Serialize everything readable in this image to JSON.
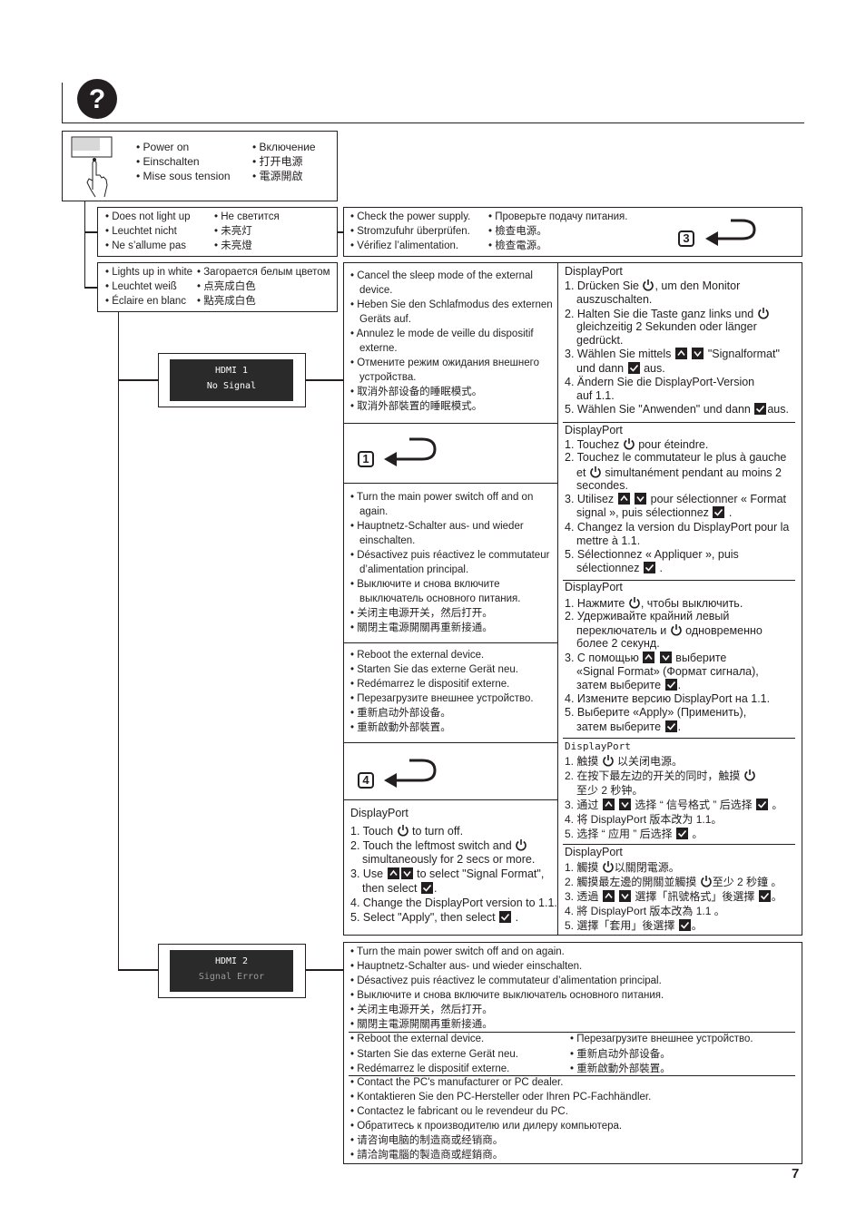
{
  "header": {
    "icon": "question-icon"
  },
  "page_number": "7",
  "power_on": {
    "col1": [
      "• Power on",
      "• Einschalten",
      "• Mise sous tension"
    ],
    "col2": [
      "• Включение",
      "• 打开电源",
      "• 電源開啟"
    ]
  },
  "not_lit": {
    "col1": [
      "• Does not light up",
      "• Leuchtet nicht",
      "• Ne s’allume pas"
    ],
    "col2": [
      "• Не светится",
      "• 未亮灯",
      "• 未亮燈"
    ]
  },
  "check_power": {
    "col1": [
      "• Check the power supply.",
      "• Stromzufuhr überprüfen.",
      "• Vérifiez l’alimentation."
    ],
    "col2": [
      "• Проверьте подачу питания.",
      "• 檢查电源。",
      "• 檢查電源。"
    ],
    "step": "3"
  },
  "white": {
    "col1": [
      "• Lights up in white",
      "• Leuchtet weiß",
      "• Éclaire en blanc"
    ],
    "col2": [
      "• Загорается белым цветом",
      "• 点亮成白色",
      "• 點亮成白色"
    ]
  },
  "osd1": {
    "line1": "HDMI 1",
    "line2": "No Signal"
  },
  "osd2": {
    "line1": "HDMI 2",
    "line2": "Signal Error"
  },
  "sleep": [
    "• Cancel the sleep mode of the external",
    "device.",
    "• Heben Sie den Schlafmodus des externen",
    "Geräts auf.",
    "• Annulez le mode de veille du dispositif",
    "externe.",
    "• Отмените режим ожидания внешнего",
    "устройства.",
    "• 取消外部设备的睡眠模式。",
    "• 取消外部裝置的睡眠模式。"
  ],
  "step1": "1",
  "mainpower": [
    "• Turn the main power switch off and on",
    "again.",
    "• Hauptnetz-Schalter aus- und wieder",
    "einschalten.",
    "• Désactivez puis réactivez le commutateur",
    "d’alimentation principal.",
    "• Выключите и снова включите",
    "выключатель основного питания.",
    "• 关闭主电源开关，然后打开。",
    "• 關閉主電源開關再重新接通。"
  ],
  "reboot": [
    "• Reboot the external device.",
    "• Starten Sie das externe Gerät neu.",
    "• Redémarrez le dispositif externe.",
    "• Перезагрузите внешнее устройство.",
    "• 重新启动外部设备。",
    "• 重新啟動外部裝置。"
  ],
  "step4": "4",
  "dp_en": {
    "title": "DisplayPort",
    "s1a": "1. Touch",
    "s1b": "to turn off.",
    "s2a": "2. Touch the leftmost switch and",
    "s2b": "simultaneously for 2 secs or more.",
    "s3a": "3. Use",
    "s3b": "to select \"Signal Format\",",
    "s3c": "then select",
    "s3d": ".",
    "s4": "4. Change the DisplayPort version to 1.1.",
    "s5a": "5. Select \"Apply\", then select",
    "s5b": "."
  },
  "dp_de": {
    "title": "DisplayPort",
    "s1a": "1. Drücken Sie",
    "s1b": ", um den Monitor",
    "s1c": "auszuschalten.",
    "s2a": "2. Halten Sie die Taste ganz links und",
    "s2b": "gleichzeitig 2 Sekunden oder länger",
    "s2c": "gedrückt.",
    "s3a": "3. Wählen Sie mittels",
    "s3b": "\"Signalformat\"",
    "s3c": "und dann",
    "s3d": "aus.",
    "s4a": "4. Ändern Sie die DisplayPort-Version",
    "s4b": "auf 1.1.",
    "s5a": "5. Wählen Sie \"Anwenden\" und dann",
    "s5b": "aus."
  },
  "dp_fr": {
    "title": "DisplayPort",
    "s1a": "1. Touchez",
    "s1b": "pour éteindre.",
    "s2a": "2. Touchez le commutateur le plus à gauche",
    "s2b": "et",
    "s2c": "simultanément pendant au moins 2",
    "s2d": "secondes.",
    "s3a": "3. Utilisez",
    "s3b": "pour sélectionner « Format",
    "s3c": "signal », puis sélectionnez",
    "s3d": ".",
    "s4a": "4. Changez la version du DisplayPort pour la",
    "s4b": "mettre à 1.1.",
    "s5a": "5. Sélectionnez « Appliquer », puis",
    "s5b": "sélectionnez",
    "s5c": "."
  },
  "dp_ru": {
    "title": "DisplayPort",
    "s1a": "1. Нажмите",
    "s1b": ", чтобы выключить.",
    "s2a": "2. Удерживайте крайний левый",
    "s2b": "переключатель и",
    "s2c": "одновременно",
    "s2d": "более 2 секунд.",
    "s3a": "3. С помощью",
    "s3b": "выберите",
    "s3c": "«Signal Format» (Формат сигнала),",
    "s3d": "затем выберите",
    "s3e": ".",
    "s4": "4. Измените версию DisplayPort на 1.1.",
    "s5a": "5. Выберите «Apply» (Применить),",
    "s5b": "затем выберите",
    "s5c": "."
  },
  "dp_zh": {
    "title": "DisplayPort",
    "s1a": "1. 触摸",
    "s1b": "以关闭电源。",
    "s2a": "2. 在按下最左边的开关的同时，触摸",
    "s2b": "至少 2 秒钟。",
    "s3a": "3. 通过",
    "s3b": "选择 “ 信号格式 ” 后选择",
    "s3c": "。",
    "s4": "4. 将 DisplayPort 版本改为 1.1。",
    "s5a": "5. 选择 “ 应用 ” 后选择",
    "s5b": "。"
  },
  "dp_tw": {
    "title": "DisplayPort",
    "s1a": "1. 觸摸",
    "s1b": "以關閉電源。",
    "s2a": "2. 觸摸最左邊的開關並觸摸",
    "s2b": "至少 2 秒鐘 。",
    "s3a": "3. 透過",
    "s3b": "選擇「訊號格式」後選擇",
    "s3c": "。",
    "s4": "4. 將 DisplayPort 版本改為 1.1 。",
    "s5a": "5. 選擇「套用」後選擇",
    "s5b": "。"
  },
  "bottom_main": [
    "• Turn the main power switch off and on again.",
    "• Hauptnetz-Schalter aus- und wieder einschalten.",
    "• Désactivez puis réactivez le commutateur d’alimentation principal.",
    "• Выключите и снова включите выключатель основного питания.",
    "• 关闭主电源开关，然后打开。",
    "• 關閉主電源開關再重新接通。"
  ],
  "bottom_reboot": {
    "col1": [
      "• Reboot the external device.",
      "• Starten Sie das externe Gerät neu.",
      "• Redémarrez le dispositif externe."
    ],
    "col2": [
      "• Перезагрузите внешнее устройство.",
      "• 重新启动外部设备。",
      "• 重新啟動外部裝置。"
    ]
  },
  "bottom_contact": [
    "• Contact the PC's manufacturer or PC dealer.",
    "• Kontaktieren Sie den PC-Hersteller oder Ihren PC-Fachhändler.",
    "• Contactez le fabricant ou le revendeur du PC.",
    "• Обратитесь к производителю или дилеру компьютера.",
    "• 请咨询电脑的制造商或经销商。",
    "• 請洽詢電腦的製造商或經銷商。"
  ]
}
